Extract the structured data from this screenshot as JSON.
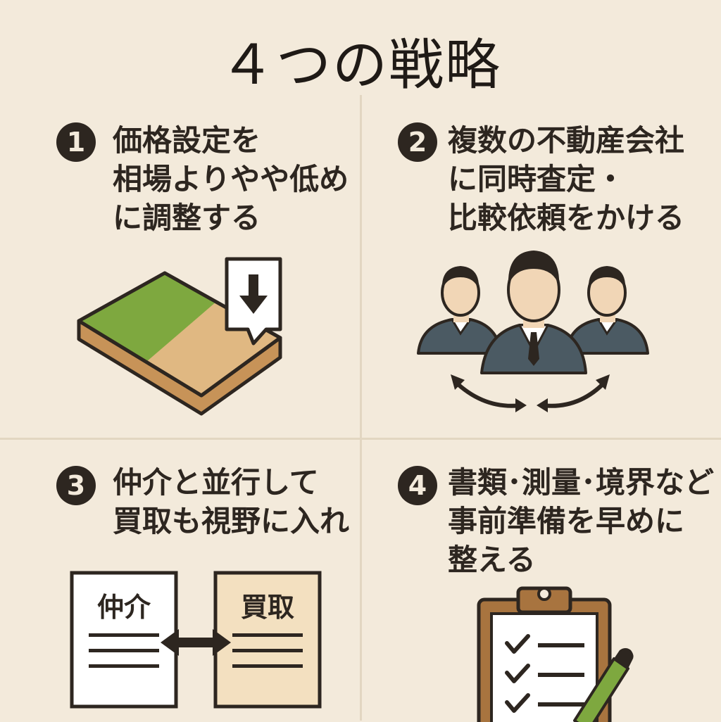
{
  "title": "４つの戦略",
  "strategies": [
    {
      "number": "1",
      "lines": [
        "価格設定を",
        "相場よりやや低め",
        "に調整する"
      ]
    },
    {
      "number": "2",
      "lines": [
        "複数の不動産会社",
        "に同時査定・",
        "比較依頼をかける"
      ]
    },
    {
      "number": "3",
      "lines": [
        "仲介と並行して",
        "買取も視野に入れ"
      ]
    },
    {
      "number": "4",
      "lines": [
        "書類･測量･境界など",
        "事前準備を早めに",
        "整える"
      ]
    }
  ],
  "illustrations": {
    "compare_docs": {
      "left_label": "仲介",
      "right_label": "買取"
    }
  },
  "icons": [
    "land-plot-icon",
    "price-down-arrow-icon",
    "people-group-icon",
    "exchange-arrows-icon",
    "document-icon",
    "double-arrow-icon",
    "clipboard-checklist-icon",
    "pencil-icon"
  ],
  "colors": {
    "background": "#f3eadb",
    "ink": "#2d2620",
    "grass": "#7ea83f",
    "sand": "#e0b882",
    "soil": "#c79358",
    "suit": "#4b5a63",
    "skin": "#f1d6b6",
    "clipboard": "#a8743f"
  }
}
